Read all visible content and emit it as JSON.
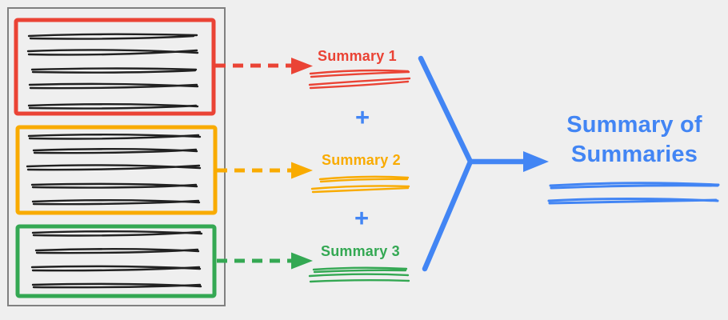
{
  "document": {
    "sections": [
      {
        "id": "section-1",
        "color": "#EA4335"
      },
      {
        "id": "section-2",
        "color": "#F9AB00"
      },
      {
        "id": "section-3",
        "color": "#34A853"
      }
    ]
  },
  "summaries": [
    {
      "label": "Summary 1",
      "color": "#EA4335"
    },
    {
      "label": "Summary 2",
      "color": "#F9AB00"
    },
    {
      "label": "Summary 3",
      "color": "#34A853"
    }
  ],
  "plus_operator": "+",
  "final_label": "Summary of Summaries",
  "colors": {
    "red": "#EA4335",
    "orange": "#F9AB00",
    "green": "#34A853",
    "blue": "#4285F4",
    "ink": "#212121",
    "document_border": "#808080",
    "background": "#EFEFEF"
  }
}
